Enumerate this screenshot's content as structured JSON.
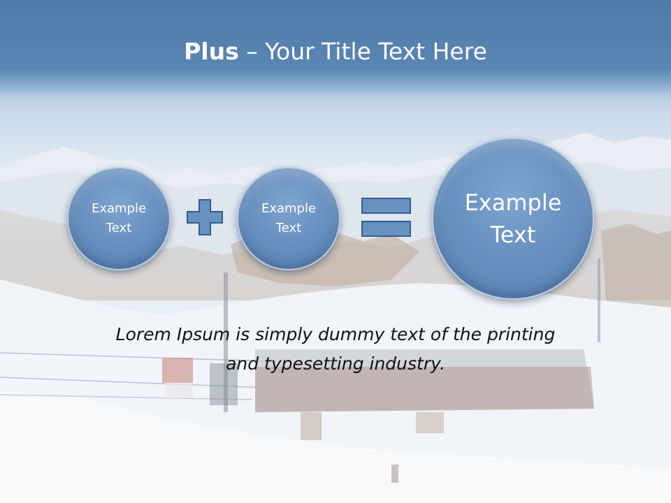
{
  "title": {
    "bold": "Plus",
    "rest": " – Your Title Text Here"
  },
  "circles": [
    {
      "label": "Example\nText"
    },
    {
      "label": "Example\nText"
    },
    {
      "label": "Example\nText"
    }
  ],
  "operators": {
    "first": "plus-icon",
    "second": "equals-icon"
  },
  "caption": {
    "line1": "Lorem Ipsum is simply dummy text of the printing",
    "line2": "and typesetting industry."
  },
  "colors": {
    "title_band": "#4f79a6",
    "circle_fill": "#6a92c0",
    "operator_fill": "#6a92c0",
    "operator_stroke": "#2f5d8e",
    "caption_text": "#111111"
  }
}
